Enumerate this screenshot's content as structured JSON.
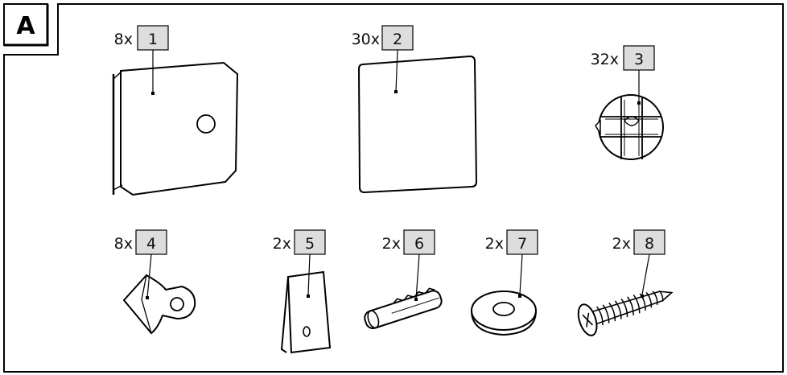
{
  "figure": {
    "label": "A"
  },
  "parts": [
    {
      "qty": "8x",
      "num": "1"
    },
    {
      "qty": "30x",
      "num": "2"
    },
    {
      "qty": "32x",
      "num": "3"
    },
    {
      "qty": "8x",
      "num": "4"
    },
    {
      "qty": "2x",
      "num": "5"
    },
    {
      "qty": "2x",
      "num": "6"
    },
    {
      "qty": "2x",
      "num": "7"
    },
    {
      "qty": "2x",
      "num": "8"
    }
  ]
}
